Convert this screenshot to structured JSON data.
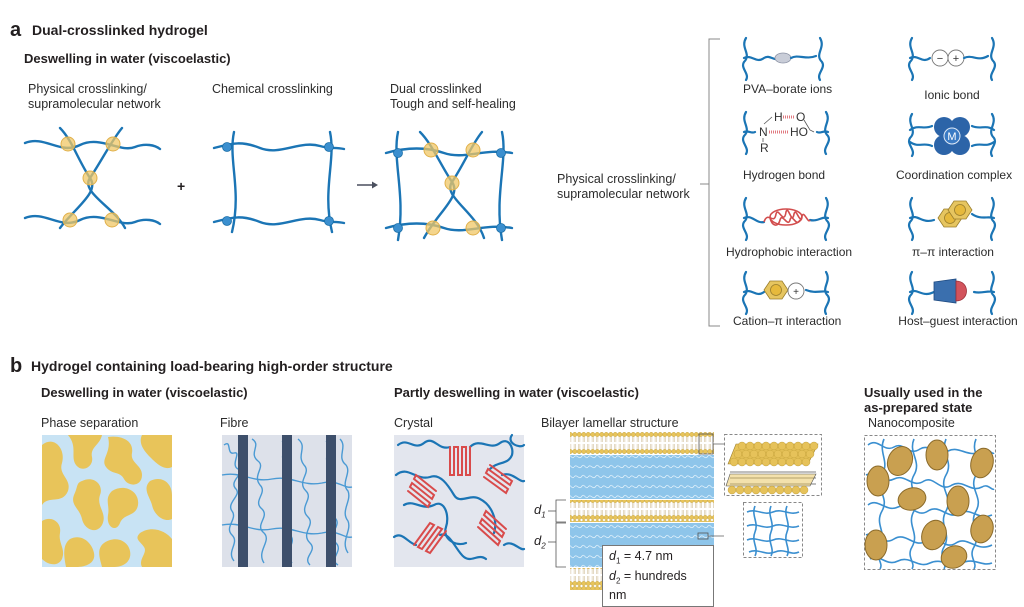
{
  "panel_a": {
    "letter": "a",
    "title": "Dual-crosslinked hydrogel",
    "subtitle": "Deswelling in water (viscoelastic)",
    "networks": [
      {
        "label_line1": "Physical crosslinking/",
        "label_line2": "supramolecular network"
      },
      {
        "label_line1": "Chemical crosslinking",
        "label_line2": ""
      },
      {
        "label_line1": "Dual crosslinked",
        "label_line2": "Tough and self-healing"
      }
    ],
    "operator_plus": "+",
    "operator_arrow": "→",
    "bracket_label_line1": "Physical crosslinking/",
    "bracket_label_line2": "supramolecular network",
    "interactions": [
      {
        "label": "PVA–borate ions",
        "icon": "borate-ion-icon"
      },
      {
        "label": "Ionic bond",
        "icon": "ionic-bond-icon",
        "minus": "−",
        "plus": "+"
      },
      {
        "label": "Hydrogen bond",
        "icon": "hydrogen-bond-icon",
        "atoms": {
          "h": "H",
          "o": "O",
          "n": "N",
          "ho": "HO",
          "r": "R"
        }
      },
      {
        "label": "Coordination complex",
        "icon": "coordination-complex-icon",
        "metal": "M"
      },
      {
        "label": "Hydrophobic interaction",
        "icon": "hydrophobic-interaction-icon"
      },
      {
        "label": "π–π interaction",
        "icon": "pi-pi-interaction-icon"
      },
      {
        "label": "Cation–π interaction",
        "icon": "cation-pi-interaction-icon",
        "plus": "+"
      },
      {
        "label": "Host–guest interaction",
        "icon": "host-guest-interaction-icon"
      }
    ]
  },
  "panel_b": {
    "letter": "b",
    "title": "Hydrogel containing load-bearing high-order structure",
    "groups": [
      {
        "subtitle": "Deswelling in water (viscoelastic)",
        "items": [
          "Phase separation",
          "Fibre"
        ]
      },
      {
        "subtitle": "Partly deswelling in water (viscoelastic)",
        "items": [
          "Crystal",
          "Bilayer lamellar structure"
        ]
      },
      {
        "subtitle_line1": "Usually used in the",
        "subtitle_line2": "as-prepared state",
        "items": [
          "Nanocomposite"
        ]
      }
    ],
    "lamellar": {
      "d1_label": "d",
      "d1_sub": "1",
      "d2_label": "d",
      "d2_sub": "2",
      "legend_d1_value": " = 4.7 nm",
      "legend_d2_value": " = hundreds nm"
    }
  },
  "colors": {
    "polymer_blue": "#1b75b5",
    "light_blue": "#8ec5ea",
    "gold": "#e8c45a",
    "red": "#d94b4b",
    "navy": "#3d4f6b",
    "grey_bg": "#e3e6ee",
    "phase_bg": "#c8e3f4"
  }
}
